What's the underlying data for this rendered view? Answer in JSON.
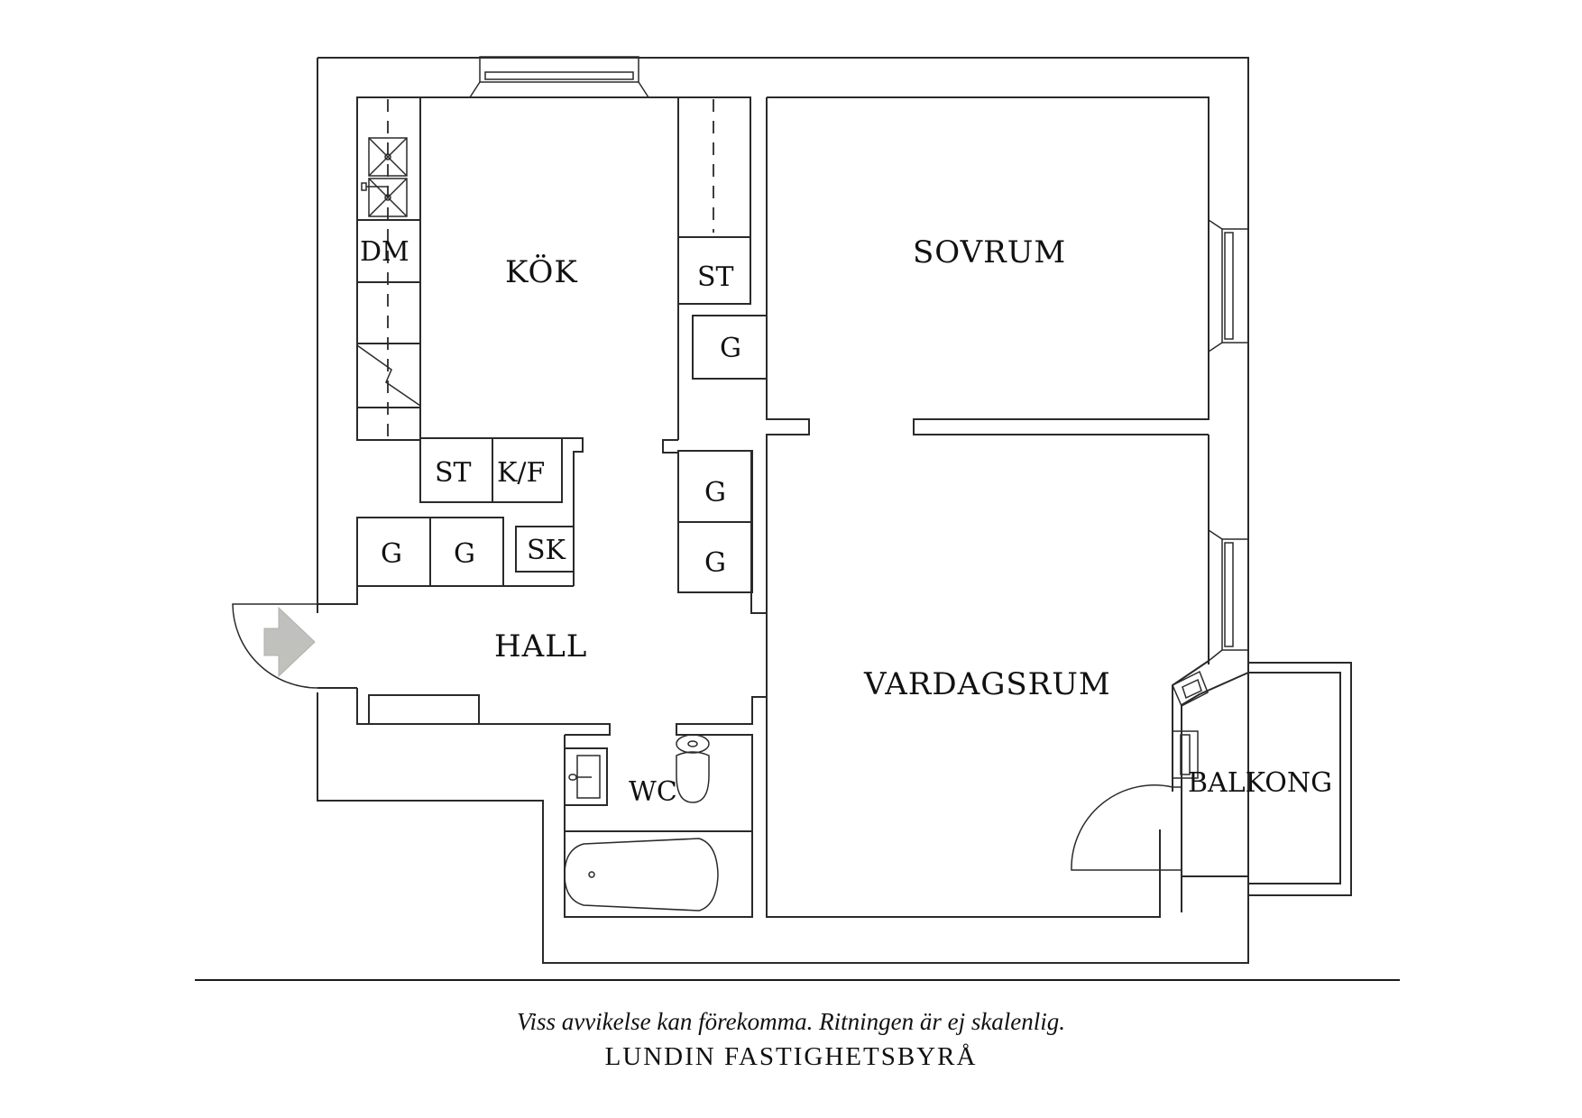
{
  "floorplan": {
    "rooms": {
      "kitchen": "KÖK",
      "bedroom": "SOVRUM",
      "hall": "HALL",
      "living_room": "VARDAGSRUM",
      "wc": "WC",
      "balcony": "BALKONG"
    },
    "fixtures": {
      "dishwasher": "DM",
      "kitchen_cabinet": "ST",
      "fridge_freezer": "K/F",
      "wardrobe_kitchen": "G",
      "hall_wardrobe_1": "G",
      "hall_wardrobe_2": "G",
      "shoe_cabinet": "SK",
      "hall_cabinet_st": "ST",
      "closet_upper": "G",
      "closet_lower": "G"
    },
    "entrance_arrow_color": "#c0c0bd",
    "line_color": "#2a2a2a"
  },
  "footer": {
    "disclaimer": "Viss avvikelse kan förekomma. Ritningen är ej skalenlig.",
    "brand": "LUNDIN FASTIGHETSBYRÅ"
  }
}
